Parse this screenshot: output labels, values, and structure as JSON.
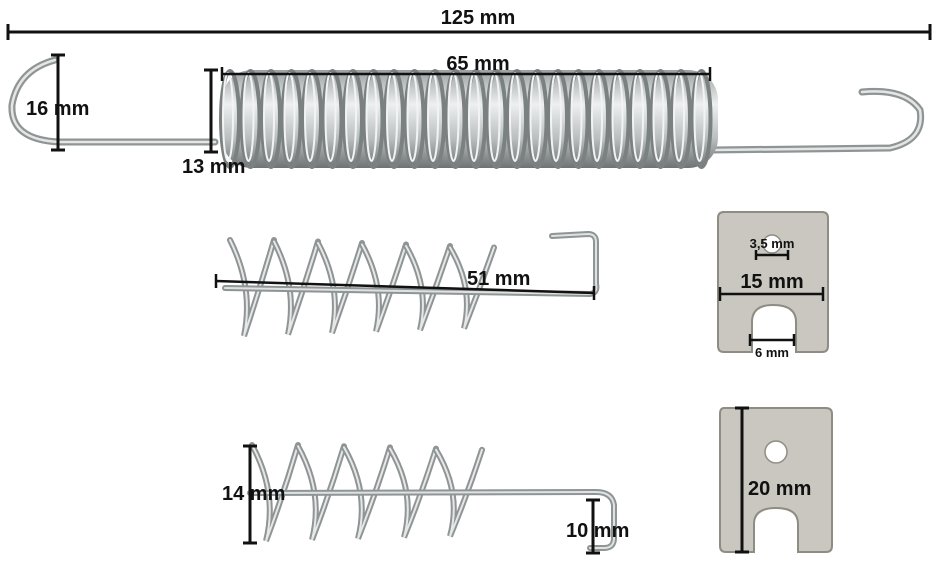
{
  "colors": {
    "background": "#ffffff",
    "dimension_line": "#111111",
    "metal_light": "#e8eaea",
    "metal_mid": "#b7bcbc",
    "metal_dark": "#6e7373",
    "plate_fill": "#c9c7bf",
    "plate_edge": "#8f8c84"
  },
  "labels": {
    "total_length": "125 mm",
    "coil_length": "65 mm",
    "hook_height": "16 mm",
    "coil_diameter": "13 mm",
    "spring2_length": "51 mm",
    "spring3_diameter": "14 mm",
    "spring3_hook": "10 mm",
    "plate1_hole": "3,5 mm",
    "plate1_width": "15 mm",
    "plate1_slot": "6 mm",
    "plate2_height": "20 mm"
  }
}
